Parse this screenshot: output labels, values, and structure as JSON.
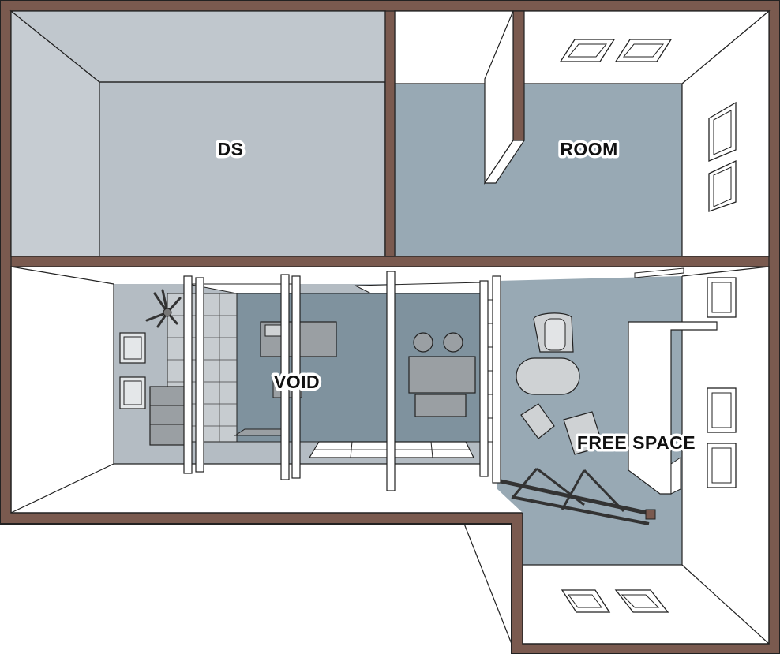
{
  "rooms": {
    "ds": {
      "label": "DS"
    },
    "room": {
      "label": "ROOM"
    },
    "void": {
      "label": "VOID"
    },
    "free_space": {
      "label": "FREE SPACE"
    }
  },
  "colors": {
    "wall": "#7a5a4f",
    "ds_floor": "#b9c1c8",
    "ds_side": "#c8ced4",
    "blue_floor": "#98a9b4",
    "dark_blue_floor": "#7f929e",
    "light_floor": "#b4bcc3",
    "furniture": "#cfd2d4",
    "furniture_dark": "#9a9fa3"
  }
}
